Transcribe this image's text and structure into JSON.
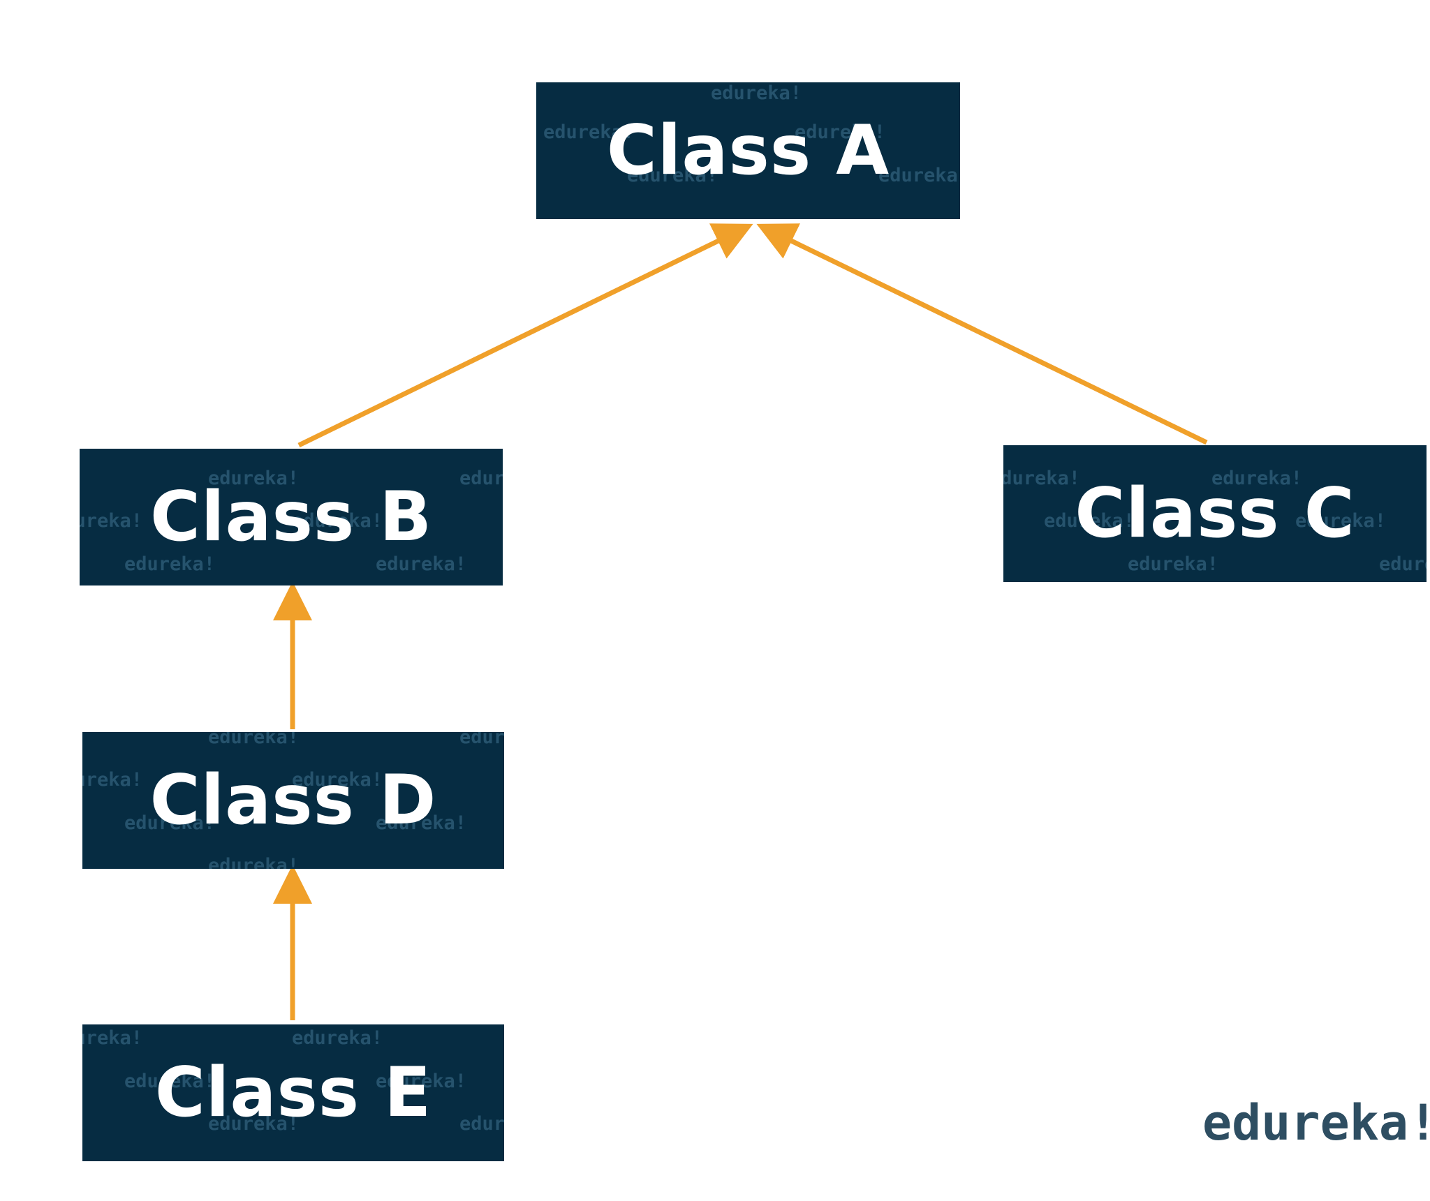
{
  "nodes": {
    "a": {
      "label": "Class A"
    },
    "b": {
      "label": "Class B"
    },
    "c": {
      "label": "Class C"
    },
    "d": {
      "label": "Class D"
    },
    "e": {
      "label": "Class E"
    }
  },
  "edges": [
    {
      "from": "b",
      "to": "a"
    },
    {
      "from": "c",
      "to": "a"
    },
    {
      "from": "d",
      "to": "b"
    },
    {
      "from": "e",
      "to": "d"
    }
  ],
  "watermark_text": "edureka!",
  "logo": "edureka!",
  "colors": {
    "node_fill": "#062c42",
    "node_text": "#ffffff",
    "arrow": "#f0a02a",
    "watermark": "#26536d",
    "logo": "#2e4e62"
  }
}
